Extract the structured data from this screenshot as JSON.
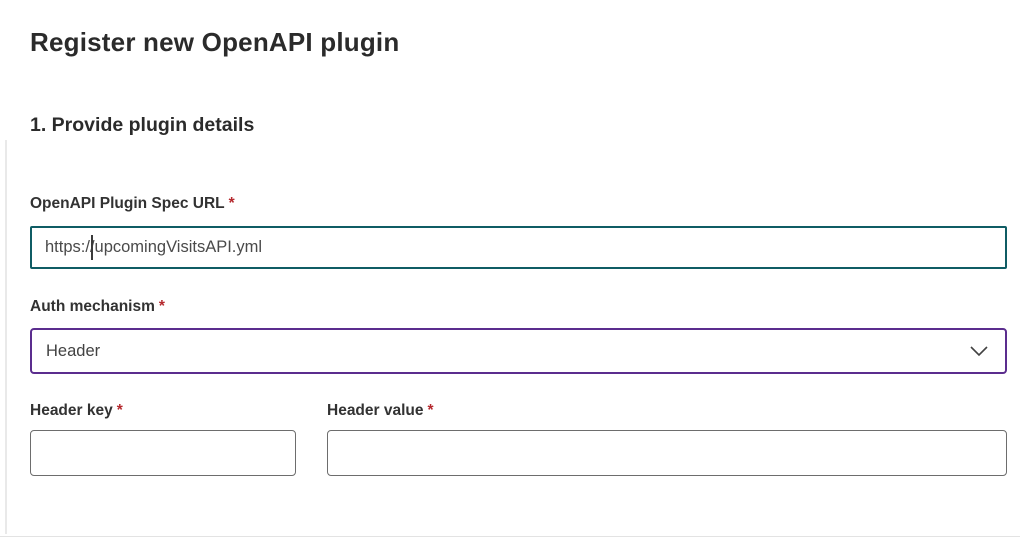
{
  "page": {
    "title": "Register new OpenAPI plugin"
  },
  "section": {
    "heading": "1. Provide plugin details"
  },
  "fields": {
    "spec_url": {
      "label": "OpenAPI Plugin Spec URL",
      "required_mark": "*",
      "value": "https://upcomingVisitsAPI.yml",
      "state": "focused"
    },
    "auth_mechanism": {
      "label": "Auth mechanism",
      "required_mark": "*",
      "selected_option": "Header"
    },
    "header_key": {
      "label": "Header key",
      "required_mark": "*",
      "value": ""
    },
    "header_value": {
      "label": "Header value",
      "required_mark": "*",
      "value": ""
    }
  },
  "icons": {
    "chevron_down": "chevron-down"
  },
  "colors": {
    "focus_border": "#0f5c64",
    "dropdown_border": "#5b2d8e",
    "input_border": "#6d6d6d",
    "required_asterisk": "#b5292e",
    "heading_text": "#2b2b2b",
    "label_text": "#323232",
    "input_text": "#4a4a4a",
    "divider": "#e3e3e3",
    "scroll_track": "#e9e9e9",
    "background": "#ffffff"
  }
}
